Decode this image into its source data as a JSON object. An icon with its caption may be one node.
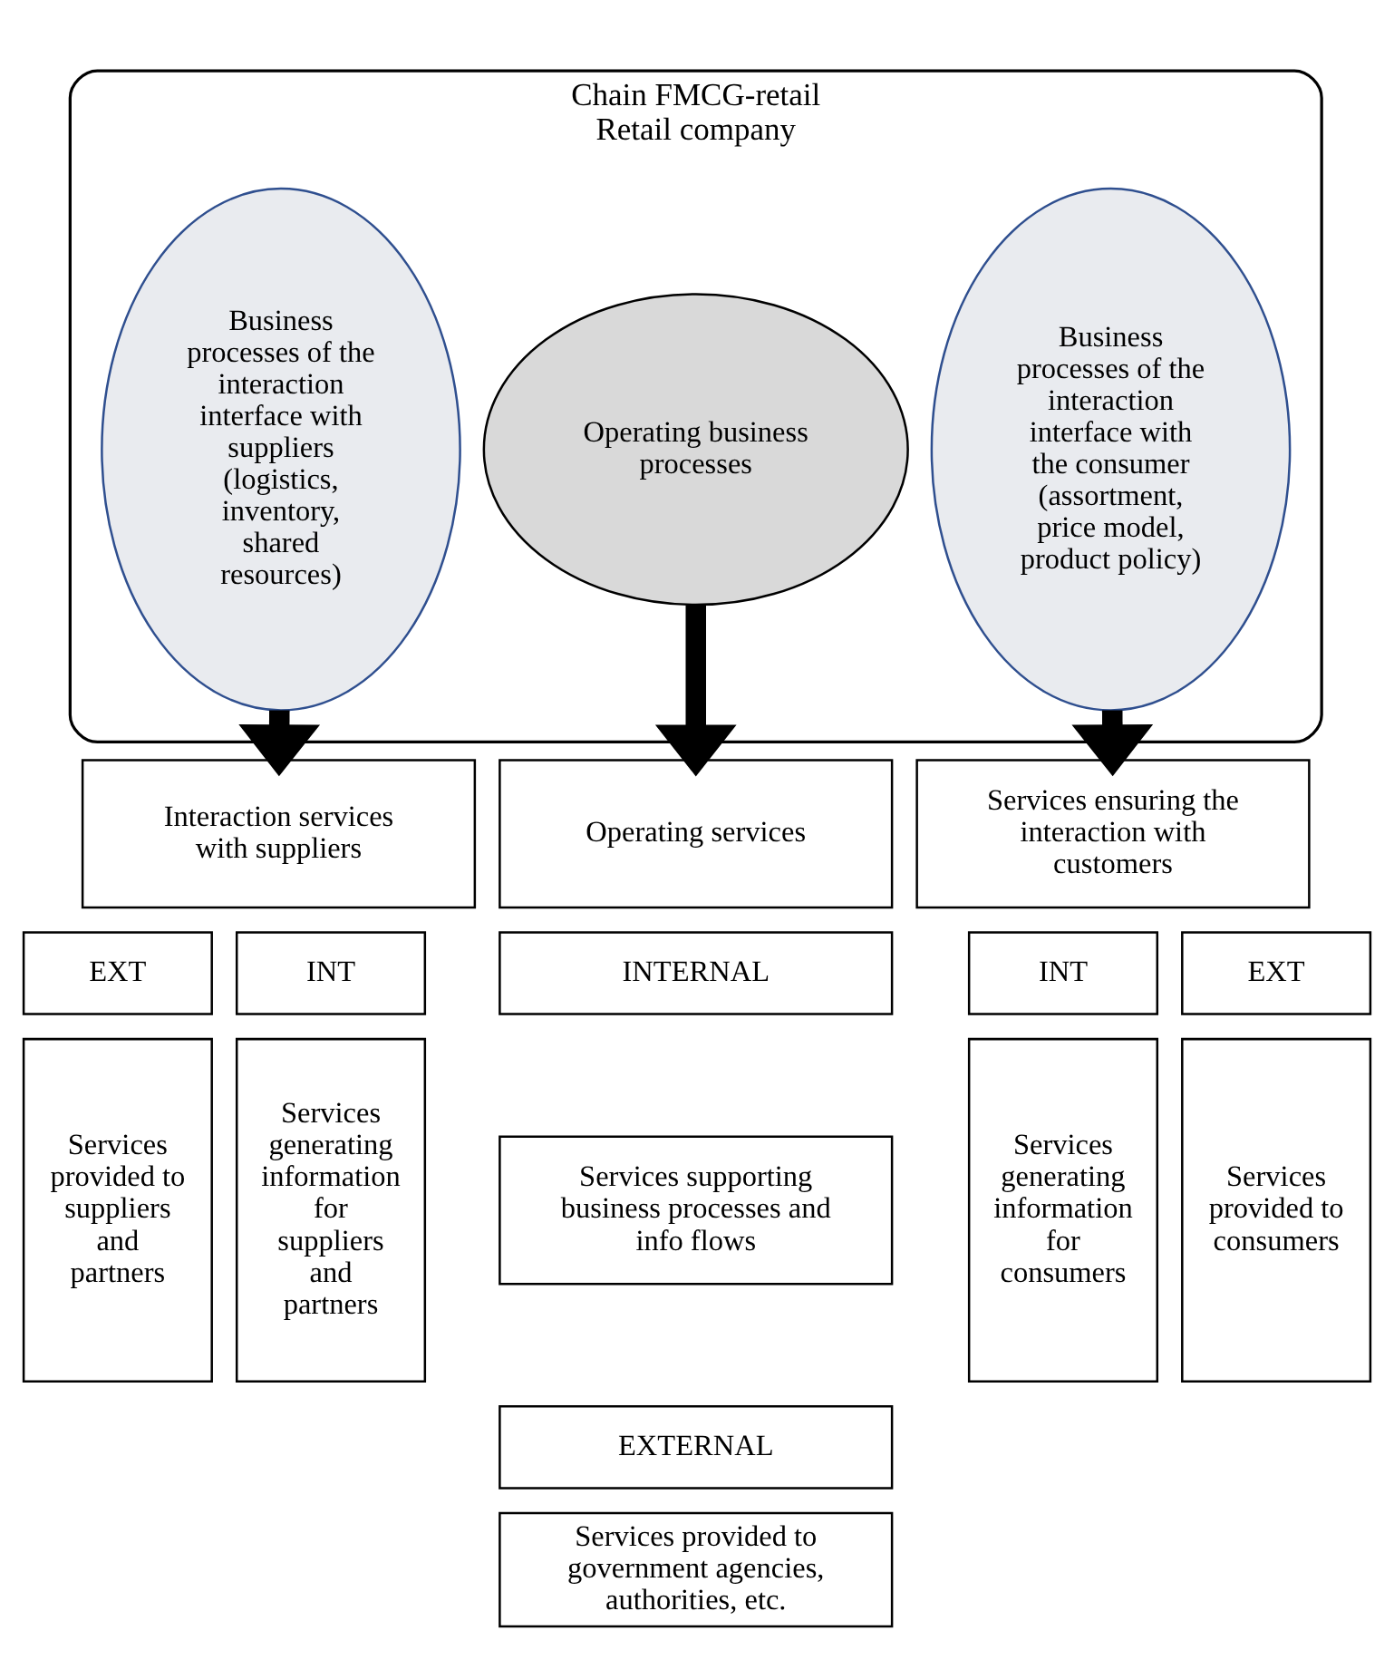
{
  "diagram": {
    "nodes": [
      {
        "text": [
          "Chain FMCG-retail Retail company"
        ]
      },
      {
        "text": [
          "Business processes of the interaction interface with suppliers (logistics, inventory, shared resources)"
        ],
        "in": 0
      },
      {
        "text": [
          "Operating business processes"
        ],
        "in": 0
      },
      {
        "text": [
          "Business processes of the interaction interface with the consumer (assortment, price model, product policy)"
        ],
        "in": 0
      },
      {
        "text": [
          "Interaction services with suppliers"
        ]
      },
      {
        "text": [
          "Operating services"
        ]
      },
      {
        "text": [
          "Services ensuring the interaction with customers"
        ]
      },
      {
        "text": [
          "EXT"
        ]
      },
      {
        "text": [
          "INT"
        ]
      },
      {
        "text": [
          "INTERNAL"
        ]
      },
      {
        "text": [
          "INT"
        ]
      },
      {
        "text": [
          "EXT"
        ]
      },
      {
        "text": [
          "Services provided to suppliers and partners"
        ]
      },
      {
        "text": [
          "Services generating information for suppliers and partners"
        ]
      },
      {
        "text": [
          "Services supporting business processes and info flows"
        ]
      },
      {
        "text": [
          "EXTERNAL"
        ]
      },
      {
        "text": [
          "Services provided to government agencies, authorities, etc."
        ]
      },
      {
        "text": [
          "Services generating information for consumers"
        ]
      },
      {
        "text": [
          "Services provided to consumers"
        ]
      }
    ],
    "edges": [
      {
        "from": 1,
        "to": 4,
        "arrow": "to"
      },
      {
        "from": 2,
        "to": 5,
        "arrow": "to"
      },
      {
        "from": 3,
        "to": 6,
        "arrow": "to"
      }
    ]
  }
}
